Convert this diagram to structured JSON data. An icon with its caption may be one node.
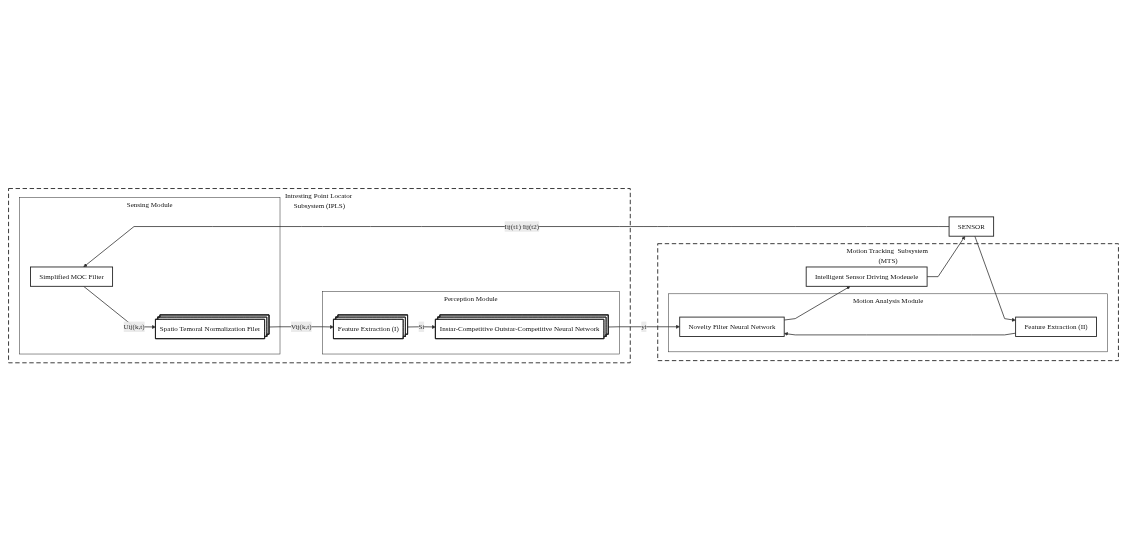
{
  "diagram": {
    "nodes": [
      {
        "text": [
          "Intresting Point Locator Subsystem (IPLS)"
        ]
      },
      {
        "text": [
          "Sensing Module"
        ],
        "in": 0
      },
      {
        "text": [
          "Simplified MOC Filter"
        ],
        "in": 1
      },
      {
        "text": [
          "Spatio Temoral Normalization Filer"
        ],
        "in": 1
      },
      {
        "text": [
          "Perception Module"
        ],
        "in": 0
      },
      {
        "text": [
          "Feature Extraction (I)"
        ],
        "in": 4
      },
      {
        "text": [
          "Instar-Competitive Outstar-Competitive Neural Network"
        ],
        "in": 4
      },
      {
        "text": [
          "SENSOR"
        ]
      },
      {
        "text": [
          "Motion Tracking  Subsystem (MTS)"
        ]
      },
      {
        "text": [
          "Motion Analysis Module"
        ],
        "in": 8
      },
      {
        "text": [
          "Feature Extraction (II)"
        ],
        "in": 9
      },
      {
        "text": [
          "Novelty Filter Neural Network"
        ],
        "in": 9
      },
      {
        "text": [
          "Intelligent Sensor Driving Modeuele"
        ],
        "in": 8
      }
    ],
    "edges": [
      {
        "from": 7,
        "to": 2,
        "arrow": "to",
        "label": "Iij(t1) Iij(t2)"
      },
      {
        "from": 2,
        "to": 3,
        "arrow": "to",
        "label": "Uij(k,t)"
      },
      {
        "from": 3,
        "to": 5,
        "arrow": "to",
        "label": "Vij(k,t)"
      },
      {
        "from": 5,
        "to": 6,
        "arrow": "to",
        "label": "Si"
      },
      {
        "from": 6,
        "to": 11,
        "arrow": "to",
        "label": "yi"
      },
      {
        "from": 7,
        "to": 10,
        "arrow": "to"
      },
      {
        "from": 10,
        "to": 11,
        "arrow": "to"
      },
      {
        "from": 11,
        "to": 12,
        "arrow": "to"
      },
      {
        "from": 12,
        "to": 7,
        "arrow": "to"
      }
    ]
  }
}
